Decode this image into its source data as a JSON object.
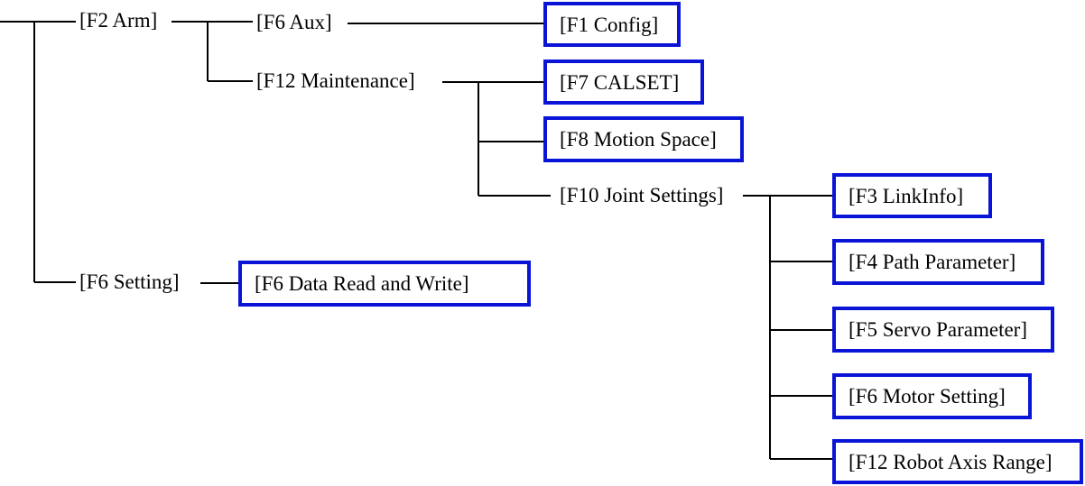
{
  "menu_tree": {
    "arm": "[F2 Arm]",
    "aux": "[F6 Aux]",
    "config": "[F1 Config]",
    "maintenance": "[F12 Maintenance]",
    "calset": "[F7 CALSET]",
    "motion_space": "[F8 Motion Space]",
    "joint_settings": "[F10 Joint Settings]",
    "link_info": "[F3 LinkInfo]",
    "path_parameter": "[F4 Path Parameter]",
    "servo_parameter": "[F5 Servo Parameter]",
    "motor_setting": "[F6 Motor Setting]",
    "robot_axis_range": "[F12 Robot Axis Range]",
    "setting": "[F6 Setting]",
    "data_read_write": "[F6 Data Read and Write]"
  },
  "colors": {
    "box_border": "#0a14d6",
    "line": "#000000"
  }
}
